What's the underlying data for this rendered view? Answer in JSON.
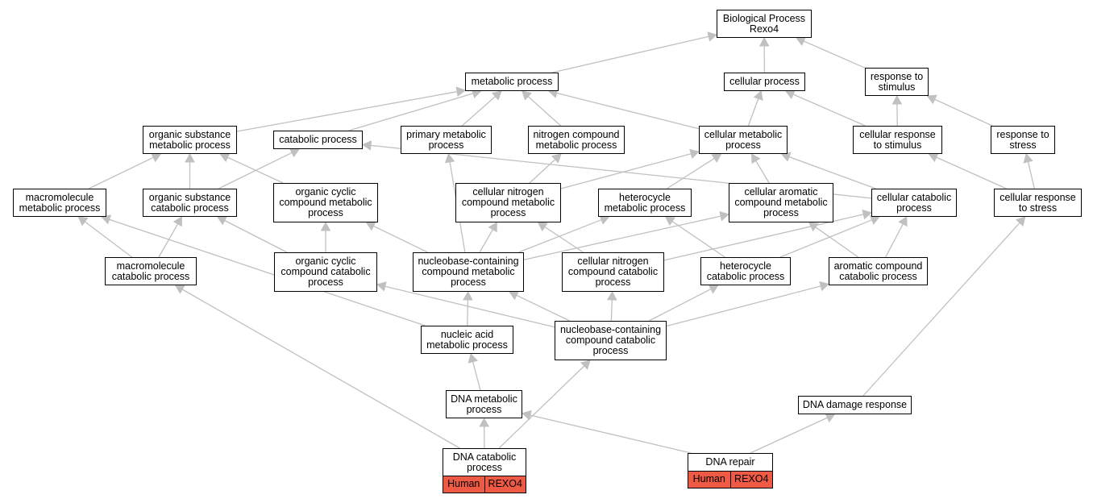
{
  "graph": {
    "accent_colors": {
      "edge": "#c0c0c0",
      "annotation_fill": "#ef5a45",
      "node_border": "#000000"
    },
    "nodes": {
      "bp": {
        "lines": [
          "Biological Process",
          "Rexo4"
        ]
      },
      "mp": {
        "lines": [
          "metabolic process"
        ]
      },
      "cp": {
        "lines": [
          "cellular process"
        ]
      },
      "rts": {
        "lines": [
          "response to",
          "stimulus"
        ]
      },
      "osmp": {
        "lines": [
          "organic substance",
          "metabolic process"
        ]
      },
      "catp": {
        "lines": [
          "catabolic process"
        ]
      },
      "pmp": {
        "lines": [
          "primary metabolic",
          "process"
        ]
      },
      "ncmp": {
        "lines": [
          "nitrogen compound",
          "metabolic process"
        ]
      },
      "cmp": {
        "lines": [
          "cellular metabolic",
          "process"
        ]
      },
      "crts": {
        "lines": [
          "cellular response",
          "to stimulus"
        ]
      },
      "rtst": {
        "lines": [
          "response to",
          "stress"
        ]
      },
      "mmp": {
        "lines": [
          "macromolecule",
          "metabolic process"
        ]
      },
      "oscp": {
        "lines": [
          "organic substance",
          "catabolic process"
        ]
      },
      "occmp": {
        "lines": [
          "organic cyclic",
          "compound metabolic",
          "process"
        ]
      },
      "cncmp": {
        "lines": [
          "cellular nitrogen",
          "compound metabolic",
          "process"
        ]
      },
      "hmp": {
        "lines": [
          "heterocycle",
          "metabolic process"
        ]
      },
      "cacmp": {
        "lines": [
          "cellular aromatic",
          "compound metabolic",
          "process"
        ]
      },
      "ccp": {
        "lines": [
          "cellular catabolic",
          "process"
        ]
      },
      "crst": {
        "lines": [
          "cellular response",
          "to stress"
        ]
      },
      "mcp": {
        "lines": [
          "macromolecule",
          "catabolic process"
        ]
      },
      "occcp": {
        "lines": [
          "organic cyclic",
          "compound catabolic",
          "process"
        ]
      },
      "nbcmp": {
        "lines": [
          "nucleobase-containing",
          "compound metabolic",
          "process"
        ]
      },
      "cnccp": {
        "lines": [
          "cellular nitrogen",
          "compound catabolic",
          "process"
        ]
      },
      "hcp": {
        "lines": [
          "heterocycle",
          "catabolic process"
        ]
      },
      "accp": {
        "lines": [
          "aromatic compound",
          "catabolic process"
        ]
      },
      "namp": {
        "lines": [
          "nucleic acid",
          "metabolic process"
        ]
      },
      "nbccp": {
        "lines": [
          "nucleobase-containing",
          "compound catabolic",
          "process"
        ]
      },
      "dnamp": {
        "lines": [
          "DNA metabolic",
          "process"
        ]
      },
      "ddr": {
        "lines": [
          "DNA damage response"
        ]
      },
      "dnacp": {
        "lines": [
          "DNA catabolic",
          "process"
        ],
        "tags": [
          "Human",
          "REXO4"
        ]
      },
      "dnar": {
        "lines": [
          "DNA repair"
        ],
        "tags": [
          "Human",
          "REXO4"
        ]
      }
    },
    "edges": [
      [
        "mp",
        "bp"
      ],
      [
        "cp",
        "bp"
      ],
      [
        "rts",
        "bp"
      ],
      [
        "osmp",
        "mp"
      ],
      [
        "catp",
        "mp"
      ],
      [
        "pmp",
        "mp"
      ],
      [
        "ncmp",
        "mp"
      ],
      [
        "cmp",
        "mp"
      ],
      [
        "cmp",
        "cp"
      ],
      [
        "crts",
        "cp"
      ],
      [
        "crts",
        "rts"
      ],
      [
        "rtst",
        "rts"
      ],
      [
        "mmp",
        "osmp"
      ],
      [
        "oscp",
        "osmp"
      ],
      [
        "occmp",
        "osmp"
      ],
      [
        "oscp",
        "catp"
      ],
      [
        "ccp",
        "catp"
      ],
      [
        "cncmp",
        "ncmp"
      ],
      [
        "cncmp",
        "cmp"
      ],
      [
        "hmp",
        "cmp"
      ],
      [
        "cacmp",
        "cmp"
      ],
      [
        "ccp",
        "cmp"
      ],
      [
        "crst",
        "crts"
      ],
      [
        "crst",
        "rtst"
      ],
      [
        "mcp",
        "mmp"
      ],
      [
        "mcp",
        "oscp"
      ],
      [
        "occcp",
        "oscp"
      ],
      [
        "occcp",
        "occmp"
      ],
      [
        "nbcmp",
        "occmp"
      ],
      [
        "nbcmp",
        "pmp"
      ],
      [
        "nbcmp",
        "cncmp"
      ],
      [
        "nbcmp",
        "hmp"
      ],
      [
        "nbcmp",
        "cacmp"
      ],
      [
        "cnccp",
        "cncmp"
      ],
      [
        "cnccp",
        "ccp"
      ],
      [
        "hcp",
        "hmp"
      ],
      [
        "hcp",
        "ccp"
      ],
      [
        "accp",
        "cacmp"
      ],
      [
        "accp",
        "ccp"
      ],
      [
        "namp",
        "nbcmp"
      ],
      [
        "namp",
        "mmp"
      ],
      [
        "nbccp",
        "nbcmp"
      ],
      [
        "nbccp",
        "occcp"
      ],
      [
        "nbccp",
        "cnccp"
      ],
      [
        "nbccp",
        "hcp"
      ],
      [
        "nbccp",
        "accp"
      ],
      [
        "dnamp",
        "namp"
      ],
      [
        "dnacp",
        "dnamp"
      ],
      [
        "dnacp",
        "mcp"
      ],
      [
        "dnacp",
        "nbccp"
      ],
      [
        "dnar",
        "dnamp"
      ],
      [
        "dnar",
        "ddr"
      ],
      [
        "ddr",
        "crst"
      ]
    ]
  }
}
